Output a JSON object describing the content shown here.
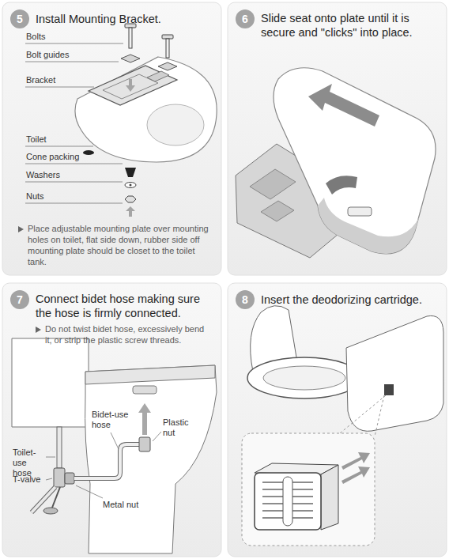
{
  "diagram": {
    "nodes": [
      {
        "text": [
          "Install Mounting Bracket.",
          "Place adjustable mounting plate over mounting holes on toilet, flat side down, rubber side off mounting plate should be closet to the toilet tank."
        ]
      },
      {
        "text": [
          "5"
        ],
        "in": 0
      },
      {
        "text": [
          "Slide seat onto plate until it is secure and \"clicks\" into place."
        ]
      },
      {
        "text": [
          "6"
        ],
        "in": 2
      },
      {
        "text": [
          "Connect bidet hose making sure the hose is firmly connected.",
          "Do not twist bidet hose, excessively bend it, or strip the plastic screw threads."
        ]
      },
      {
        "text": [
          "7"
        ],
        "in": 4
      },
      {
        "text": [
          "Insert the deodorizing cartridge."
        ]
      },
      {
        "text": [
          "8"
        ],
        "in": 6
      }
    ],
    "labels": [
      "Bolts",
      "Bolt guides",
      "Bracket",
      "Toilet",
      "Cone packing",
      "Washers",
      "Nuts",
      "Toilet-use hose",
      "T-valve",
      "Bidet-use hose",
      "Plastic nut",
      "Metal nut"
    ]
  }
}
